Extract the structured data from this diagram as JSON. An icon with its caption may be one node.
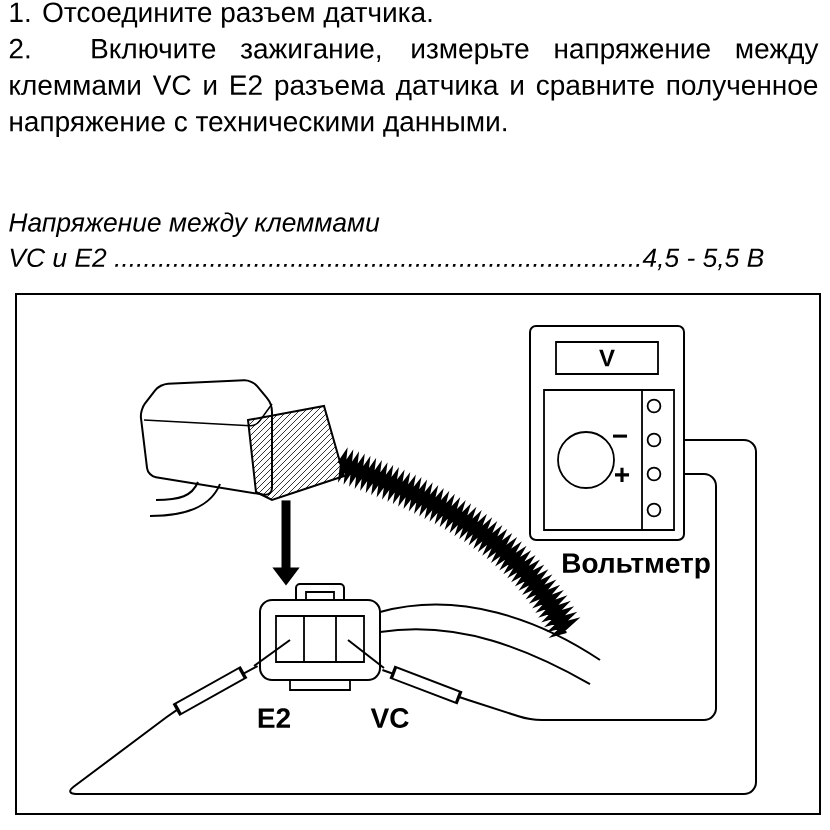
{
  "diagram": {
    "nodes": [
      {
        "text": [],
        "shape": "picture"
      },
      {
        "text": [
          "V"
        ],
        "beside": [
          "Вольтметр"
        ]
      },
      {
        "text": [],
        "shape": "picture"
      }
    ],
    "edges": [
      {
        "from": 0,
        "to": 2,
        "arrow": "to",
        "style": "thick"
      },
      {
        "from": 1,
        "to": 2,
        "arrow": "none"
      },
      {
        "from": 1,
        "to": 2,
        "arrow": "none"
      }
    ],
    "labels": [
      "1. Отсоедините разъем датчика.",
      "2. Включите зажигание, измерьте напряжение между клеммами VC и E2 разъема датчика и сравните полученное напряжение с техническими данными.",
      "Напряжение между клеммами",
      "VC и E2 ........................................................................4,5 - 5,5 В",
      "−",
      "+",
      "E2",
      "VC"
    ]
  }
}
